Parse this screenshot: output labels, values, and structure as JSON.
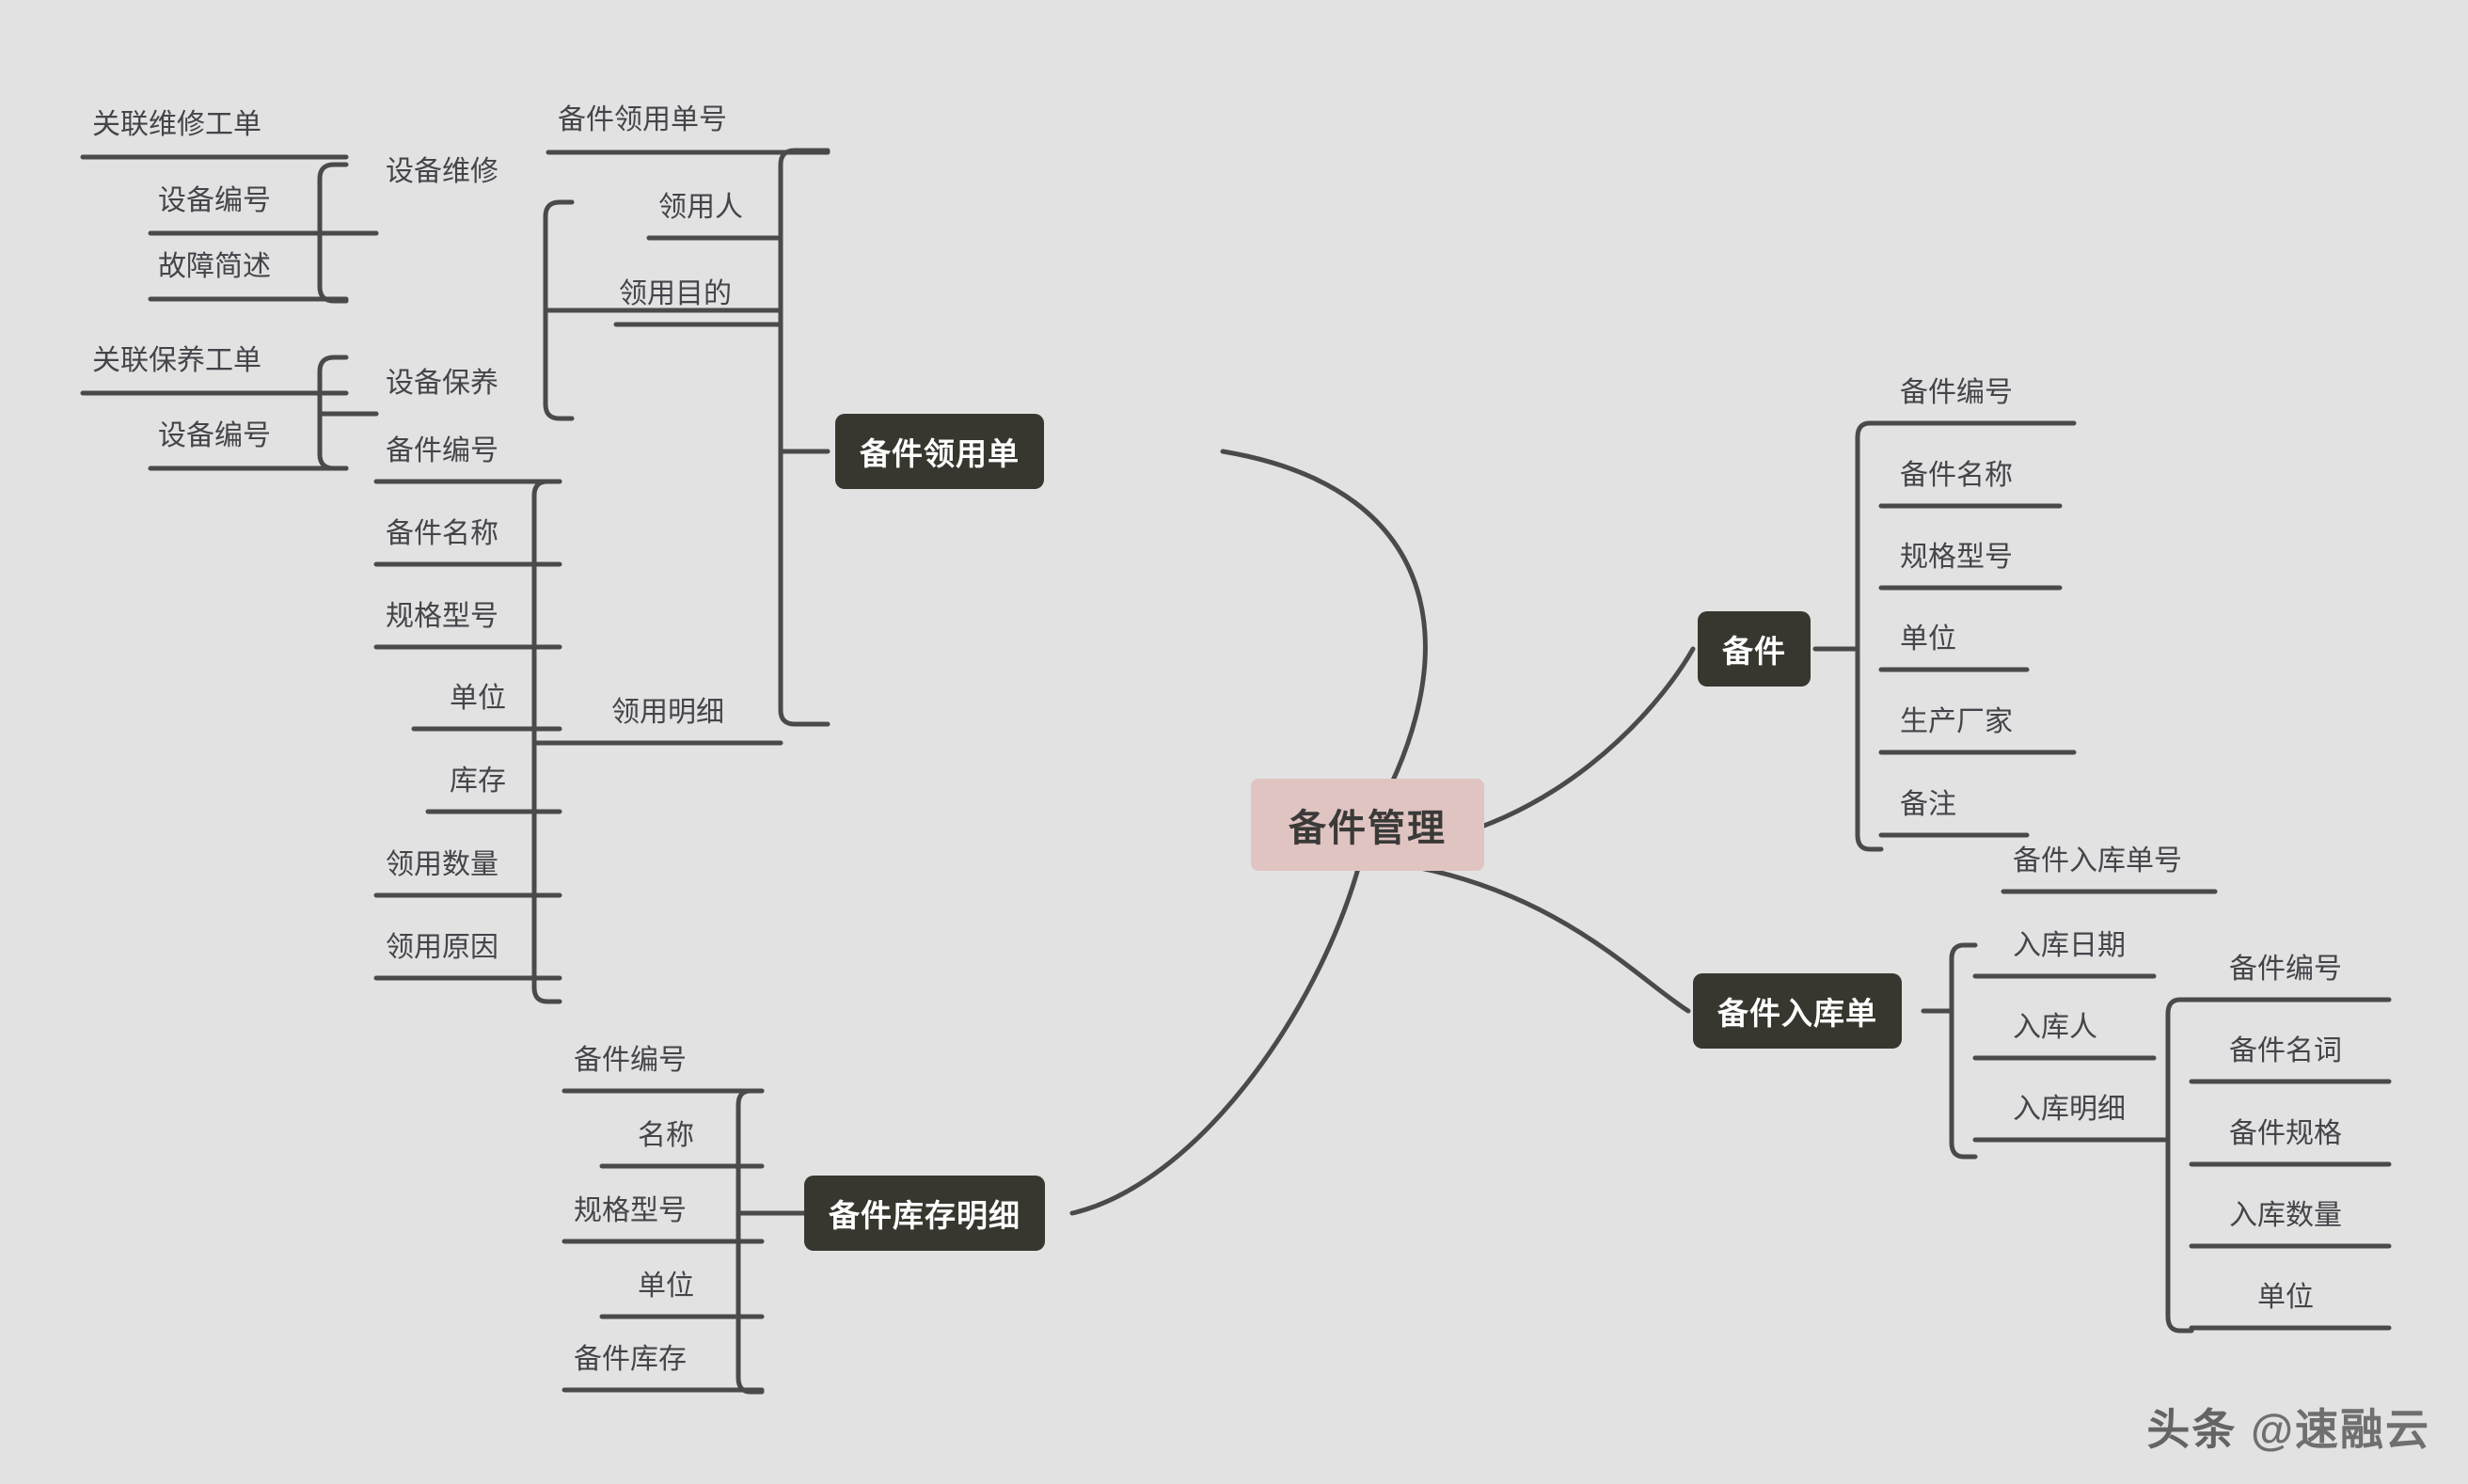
{
  "diagram": {
    "title": "备件管理",
    "type": "mindmap",
    "background_color": "#e2e2e2",
    "root_color": "#e0c4c2",
    "branch_color": "#37372f",
    "line_color": "#4a4a4a",
    "text_color": "#44444a"
  },
  "root": {
    "label": "备件管理"
  },
  "branches": [
    {
      "label": "备件领用单",
      "children": [
        {
          "label": "备件领用单号"
        },
        {
          "label": "领用人"
        },
        {
          "label": "领用目的"
        },
        {
          "label": "领用明细",
          "children": [
            {
              "label": "备件编号"
            },
            {
              "label": "备件名称"
            },
            {
              "label": "规格型号"
            },
            {
              "label": "单位"
            },
            {
              "label": "库存"
            },
            {
              "label": "领用数量"
            },
            {
              "label": "领用原因"
            }
          ]
        },
        {
          "label": "设备维修",
          "children": [
            {
              "label": "关联维修工单"
            },
            {
              "label": "设备编号"
            },
            {
              "label": "故障简述"
            }
          ]
        },
        {
          "label": "设备保养",
          "children": [
            {
              "label": "关联保养工单"
            },
            {
              "label": "设备编号"
            }
          ]
        }
      ]
    },
    {
      "label": "备件",
      "children": [
        {
          "label": "备件编号"
        },
        {
          "label": "备件名称"
        },
        {
          "label": "规格型号"
        },
        {
          "label": "单位"
        },
        {
          "label": "生产厂家"
        },
        {
          "label": "备注"
        }
      ]
    },
    {
      "label": "备件入库单",
      "children": [
        {
          "label": "备件入库单号"
        },
        {
          "label": "入库日期"
        },
        {
          "label": "入库人"
        },
        {
          "label": "入库明细",
          "children": [
            {
              "label": "备件编号"
            },
            {
              "label": "备件名词"
            },
            {
              "label": "备件规格"
            },
            {
              "label": "入库数量"
            },
            {
              "label": "单位"
            }
          ]
        }
      ]
    },
    {
      "label": "备件库存明细",
      "children": [
        {
          "label": "备件编号"
        },
        {
          "label": "名称"
        },
        {
          "label": "规格型号"
        },
        {
          "label": "单位"
        },
        {
          "label": "备件库存"
        }
      ]
    }
  ],
  "watermark": {
    "prefix": "头条",
    "handle": "@速融云"
  }
}
